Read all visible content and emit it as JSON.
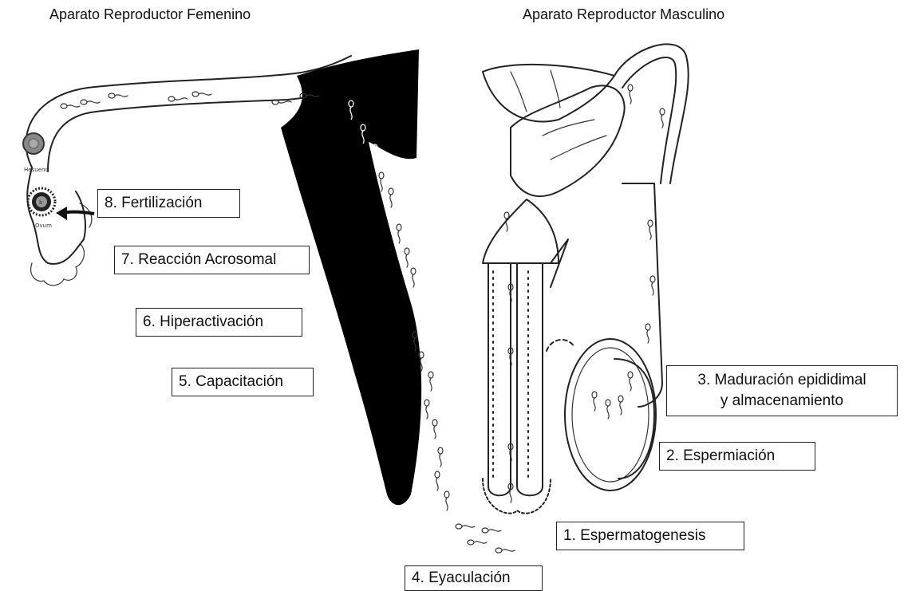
{
  "titles": {
    "female": "Aparato Reproductor Femenino",
    "male": "Aparato Reproductor Masculino"
  },
  "labels": {
    "step8": "8. Fertilización",
    "step7": "7. Reacción Acrosomal",
    "step6": "6. Hiperactivación",
    "step5": "5. Capacitación",
    "step3_line1": "3. Maduración epididimal",
    "step3_line2": "y almacenamiento",
    "step2": "2. Espermiación",
    "step1": "1. Espermatogenesis",
    "step4": "4. Eyaculación"
  },
  "small_labels": {
    "oocyte_label": "Hesueno",
    "ovum_label": "Ovum",
    "ovum_inner": "b"
  },
  "colors": {
    "ink": "#222222",
    "fill_black": "#000000",
    "oocyte": "#888888"
  }
}
